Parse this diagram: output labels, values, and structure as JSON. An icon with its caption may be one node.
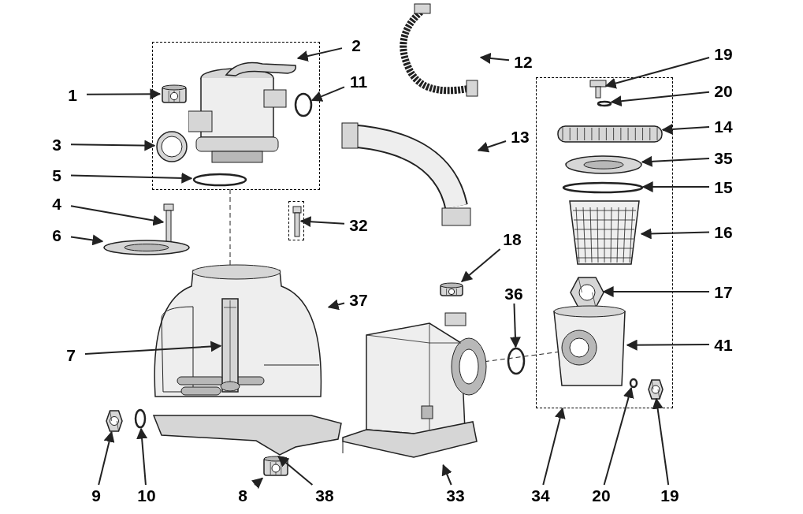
{
  "diagram": {
    "nodes": [
      {
        "text": [],
        "shape": "box"
      },
      {
        "text": [
          "1"
        ]
      },
      {
        "text": [],
        "shape": "picture",
        "in": 0
      },
      {
        "text": [
          "2"
        ]
      },
      {
        "text": [],
        "shape": "picture",
        "in": 0
      },
      {
        "text": [
          "11"
        ]
      },
      {
        "text": [],
        "shape": "circle",
        "in": 0
      },
      {
        "text": [
          "3"
        ]
      },
      {
        "text": [],
        "shape": "picture",
        "in": 0
      },
      {
        "text": [
          "5"
        ]
      },
      {
        "text": [],
        "shape": "circle",
        "in": 0
      },
      {
        "text": [
          "4"
        ]
      },
      {
        "text": [],
        "shape": "picture"
      },
      {
        "text": [
          "32"
        ]
      },
      {
        "text": [],
        "shape": "box"
      },
      {
        "text": [],
        "shape": "picture",
        "in": 14
      },
      {
        "text": [
          "6"
        ]
      },
      {
        "text": [],
        "shape": "picture"
      },
      {
        "text": [
          "37"
        ]
      },
      {
        "text": [],
        "shape": "picture"
      },
      {
        "text": [
          "7"
        ]
      },
      {
        "text": [],
        "shape": "picture",
        "in": 19
      },
      {
        "text": [
          "9"
        ]
      },
      {
        "text": [],
        "shape": "picture"
      },
      {
        "text": [
          "10"
        ]
      },
      {
        "text": [],
        "shape": "circle"
      },
      {
        "text": [
          "8"
        ]
      },
      {
        "text": [],
        "shape": "picture"
      },
      {
        "text": [
          "38"
        ]
      },
      {
        "text": [],
        "shape": "picture"
      },
      {
        "text": [
          "12"
        ]
      },
      {
        "text": [],
        "shape": "picture"
      },
      {
        "text": [
          "13"
        ]
      },
      {
        "text": [],
        "shape": "picture"
      },
      {
        "text": [
          "18"
        ]
      },
      {
        "text": [],
        "shape": "picture"
      },
      {
        "text": [
          "36"
        ]
      },
      {
        "text": [],
        "shape": "circle"
      },
      {
        "text": [
          "33"
        ]
      },
      {
        "text": [],
        "shape": "picture"
      },
      {
        "text": [
          "34"
        ]
      },
      {
        "text": [],
        "shape": "box"
      },
      {
        "text": [
          "19"
        ]
      },
      {
        "text": [],
        "shape": "picture",
        "in": 41
      },
      {
        "text": [
          "20"
        ]
      },
      {
        "text": [],
        "shape": "circle",
        "in": 41
      },
      {
        "text": [
          "14"
        ]
      },
      {
        "text": [],
        "shape": "picture",
        "in": 41
      },
      {
        "text": [
          "35"
        ]
      },
      {
        "text": [],
        "shape": "picture",
        "in": 41
      },
      {
        "text": [
          "15"
        ]
      },
      {
        "text": [],
        "shape": "circle",
        "in": 41
      },
      {
        "text": [
          "16"
        ]
      },
      {
        "text": [],
        "shape": "picture",
        "in": 41
      },
      {
        "text": [
          "17"
        ]
      },
      {
        "text": [],
        "shape": "picture",
        "in": 41
      },
      {
        "text": [
          "41"
        ]
      },
      {
        "text": [],
        "shape": "picture",
        "in": 41
      },
      {
        "text": [
          "20"
        ]
      },
      {
        "text": [],
        "shape": "circle",
        "in": 41
      },
      {
        "text": [
          "19"
        ]
      },
      {
        "text": [],
        "shape": "picture",
        "in": 41
      }
    ],
    "edges": [
      {
        "from": 1,
        "to": 2,
        "arrow": "to"
      },
      {
        "from": 3,
        "to": 4,
        "arrow": "to"
      },
      {
        "from": 5,
        "to": 6,
        "arrow": "to"
      },
      {
        "from": 7,
        "to": 8,
        "arrow": "to"
      },
      {
        "from": 9,
        "to": 10,
        "arrow": "to"
      },
      {
        "from": 11,
        "to": 12,
        "arrow": "to"
      },
      {
        "from": 13,
        "to": 15,
        "arrow": "to"
      },
      {
        "from": 16,
        "to": 17,
        "arrow": "to"
      },
      {
        "from": 18,
        "to": 19,
        "arrow": "to"
      },
      {
        "from": 20,
        "to": 21,
        "arrow": "to"
      },
      {
        "from": 22,
        "to": 23,
        "arrow": "to"
      },
      {
        "from": 24,
        "to": 25,
        "arrow": "to"
      },
      {
        "from": 26,
        "to": 27,
        "arrow": "to"
      },
      {
        "from": 28,
        "to": 29,
        "arrow": "to"
      },
      {
        "from": 30,
        "to": 31,
        "arrow": "to"
      },
      {
        "from": 32,
        "to": 33,
        "arrow": "to"
      },
      {
        "from": 34,
        "to": 35,
        "arrow": "to"
      },
      {
        "from": 36,
        "to": 37,
        "arrow": "to"
      },
      {
        "from": 38,
        "to": 39,
        "arrow": "to"
      },
      {
        "from": 40,
        "to": 41,
        "arrow": "to"
      },
      {
        "from": 42,
        "to": 43,
        "arrow": "to"
      },
      {
        "from": 44,
        "to": 45,
        "arrow": "to"
      },
      {
        "from": 46,
        "to": 47,
        "arrow": "to"
      },
      {
        "from": 48,
        "to": 49,
        "arrow": "to"
      },
      {
        "from": 50,
        "to": 51,
        "arrow": "to"
      },
      {
        "from": 52,
        "to": 53,
        "arrow": "to"
      },
      {
        "from": 54,
        "to": 55,
        "arrow": "to"
      },
      {
        "from": 56,
        "to": 57,
        "arrow": "to"
      },
      {
        "from": 58,
        "to": 59,
        "arrow": "to"
      },
      {
        "from": 60,
        "to": 61,
        "arrow": "to"
      }
    ]
  }
}
